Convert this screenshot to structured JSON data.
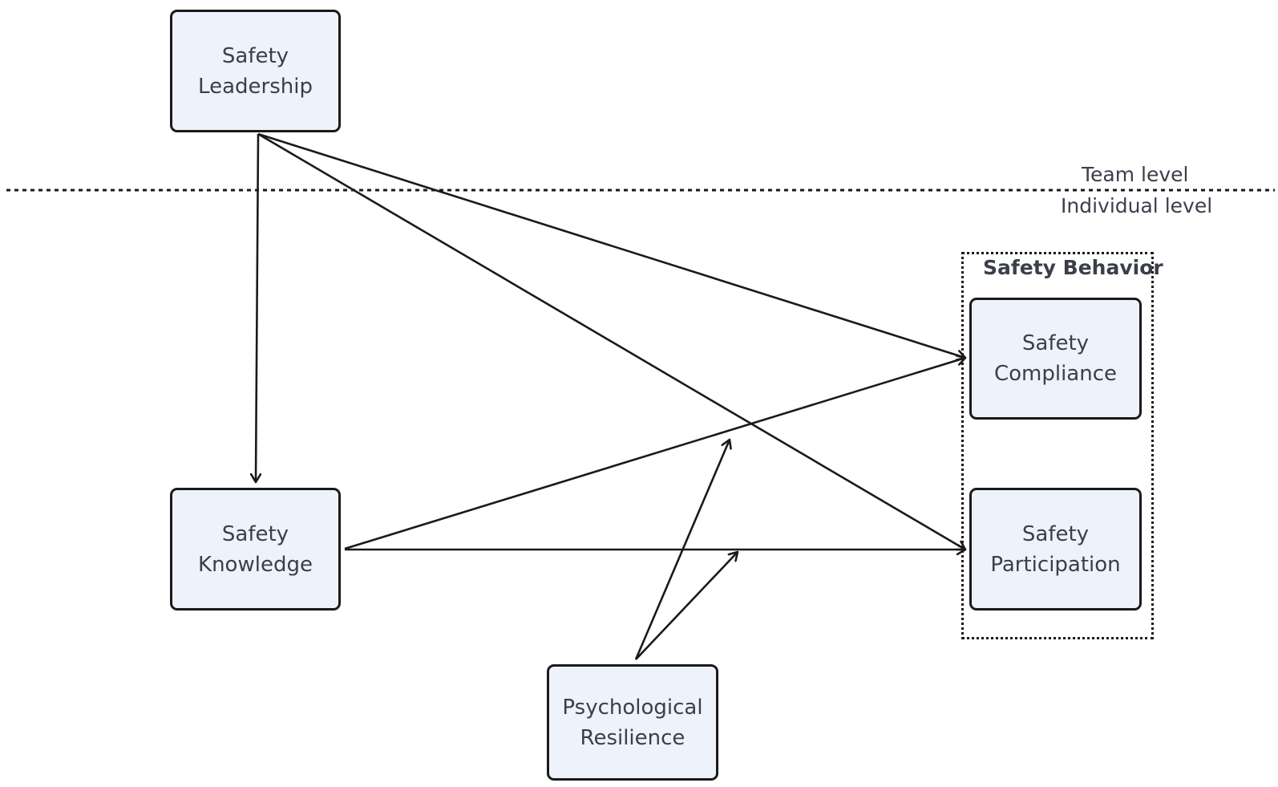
{
  "levels": {
    "team": "Team level",
    "individual": "Individual level"
  },
  "nodes": {
    "leadership": [
      "Safety",
      "Leadership"
    ],
    "knowledge": [
      "Safety",
      "Knowledge"
    ],
    "resilience": [
      "Psychological",
      "Resilience"
    ],
    "compliance": [
      "Safety",
      "Compliance"
    ],
    "participation": [
      "Safety",
      "Participation"
    ]
  },
  "group": {
    "title": "Safety Behavior"
  },
  "colors": {
    "box_fill": "#eef2fb",
    "stroke": "#1a1a1a",
    "text": "#3a3f4b"
  }
}
